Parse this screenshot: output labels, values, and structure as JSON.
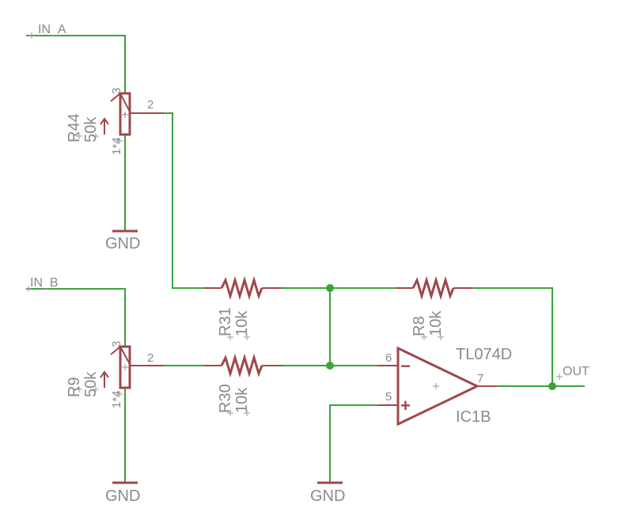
{
  "colors": {
    "wire": "#3aa33a",
    "part": "#a0474b",
    "text": "#8a8a8a",
    "background": "#ffffff"
  },
  "nets": {
    "in_a": "IN_A",
    "in_b": "IN_B",
    "out": "OUT",
    "gnd": "GND"
  },
  "parts": {
    "r44": {
      "name": "R44",
      "value": "50k",
      "pin_top": "3",
      "pin_wiper": "2",
      "pin_bottom": "1*4"
    },
    "r9": {
      "name": "R9",
      "value": "50k",
      "pin_top": "3",
      "pin_wiper": "2",
      "pin_bottom": "1*4"
    },
    "r31": {
      "name": "R31",
      "value": "10k"
    },
    "r30": {
      "name": "R30",
      "value": "10k"
    },
    "r8": {
      "name": "R8",
      "value": "10k"
    },
    "ic1b": {
      "name": "IC1B",
      "value": "TL074D",
      "pin_inv": "6",
      "pin_noninv": "5",
      "pin_out": "7",
      "inv_symbol": "−",
      "noninv_symbol": "+"
    }
  }
}
